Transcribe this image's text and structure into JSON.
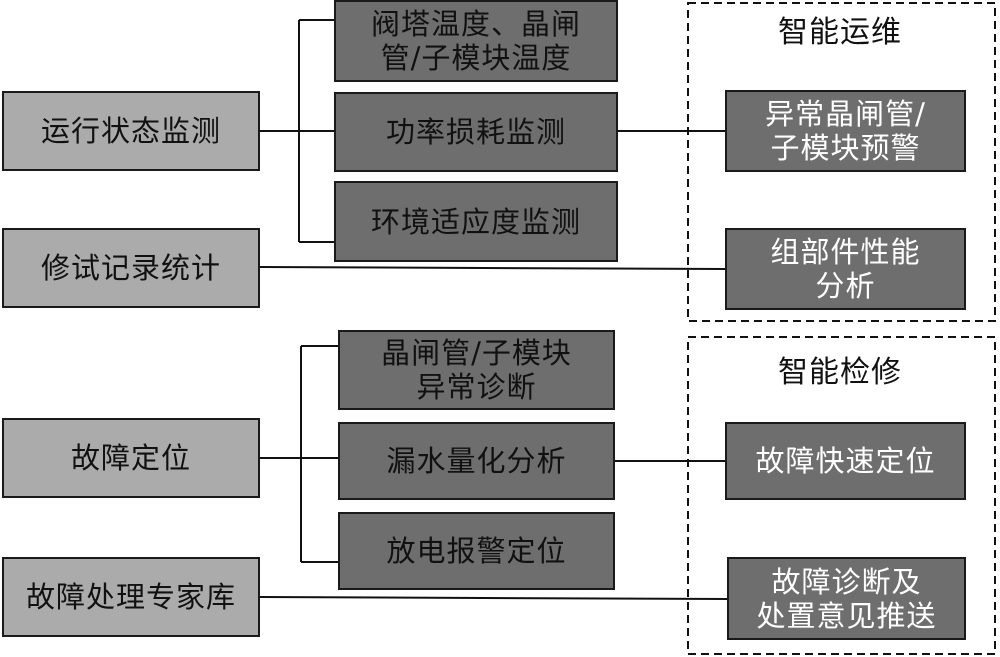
{
  "groups": {
    "operation": "智能运维",
    "maintenance": "智能检修"
  },
  "left": {
    "status_monitor": "运行状态监测",
    "repair_stats": "修试记录统计",
    "fault_locate": "故障定位",
    "fault_expert": "故障处理专家库"
  },
  "middle": {
    "valve_temp": "阀塔温度、晶闸\n管/子模块温度",
    "power_loss": "功率损耗监测",
    "env_adapt": "环境适应度监测",
    "thyristor_diag": "晶闸管/子模块\n异常诊断",
    "leak_quant": "漏水量化分析",
    "discharge_alarm": "放电报警定位"
  },
  "right": {
    "abnormal_warning": "异常晶闸管/\n子模块预警",
    "component_perf": "组部件性能\n分析",
    "fast_locate": "故障快速定位",
    "diag_push": "故障诊断及\n处置意见推送"
  }
}
